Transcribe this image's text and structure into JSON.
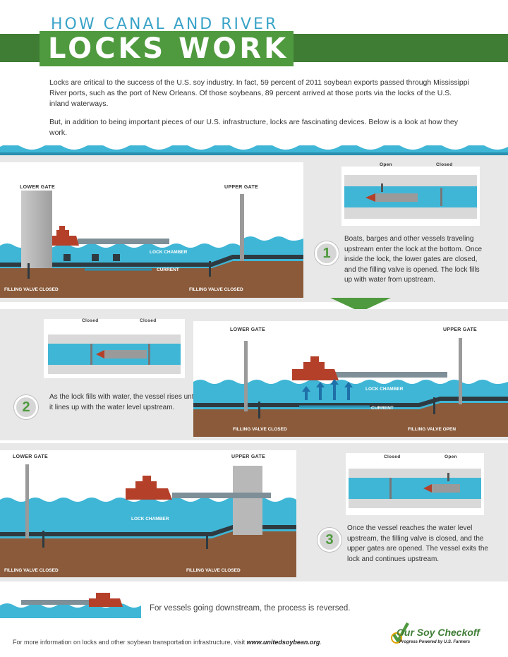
{
  "header": {
    "subtitle": "HOW CANAL AND RIVER",
    "title": "LOCKS WORK"
  },
  "intro": {
    "paragraph1": "Locks are critical to the success of the U.S. soy industry. In fact, 59 percent of 2011 soybean exports passed through Mississippi River ports, such as the port of New Orleans. Of those soybeans, 89 percent arrived at those ports via the locks of the U.S. inland waterways.",
    "paragraph2": "But, in addition to being important pieces of our U.S. infrastructure, locks are fascinating devices. Below is a look at how they work."
  },
  "steps": [
    {
      "number": "1",
      "lower_gate": "LOWER GATE",
      "upper_gate": "UPPER GATE",
      "chamber": "LOCK CHAMBER",
      "current": "CURRENT",
      "valve_left": "FILLING VALVE CLOSED",
      "valve_right": "FILLING VALVE CLOSED",
      "top_left_state": "Open",
      "top_right_state": "Closed",
      "text": "Boats, barges and other vessels traveling upstream enter the lock at the bottom. Once inside the lock, the lower gates are closed, and the filling valve is opened. The lock fills up with water from upstream."
    },
    {
      "number": "2",
      "lower_gate": "LOWER GATE",
      "upper_gate": "UPPER GATE",
      "chamber": "LOCK CHAMBER",
      "current": "CURRENT",
      "valve_left": "FILLING VALVE CLOSED",
      "valve_right": "FILLING VALVE OPEN",
      "top_left_state": "Closed",
      "top_right_state": "Closed",
      "text": "As the lock fills with water, the vessel rises until it lines up with the water level upstream."
    },
    {
      "number": "3",
      "lower_gate": "LOWER GATE",
      "upper_gate": "UPPER GATE",
      "chamber": "LOCK CHAMBER",
      "valve_left": "FILLING VALVE CLOSED",
      "valve_right": "FILLING VALVE CLOSED",
      "top_left_state": "Closed",
      "top_right_state": "Open",
      "text": "Once the vessel reaches the water level upstream, the filling valve is closed, and the upper gates are opened. The vessel exits the lock and continues upstream."
    }
  ],
  "footer": {
    "downstream_note": "For vessels going downstream, the process is reversed.",
    "visit_text": "For more information on locks and other soybean transportation infrastructure, visit",
    "visit_url": "www.unitedsoybean.org",
    "logo_name": "Our Soy Checkoff",
    "logo_tagline": "Progress Powered by U.S. Farmers"
  },
  "colors": {
    "water": "#3fb6d6",
    "water_dark": "#2a8fb0",
    "green": "#4f9a3e",
    "green_dark": "#3f7d35",
    "ground": "#8a5a3a",
    "boat": "#b5402a",
    "panel": "#e8e8e8"
  }
}
